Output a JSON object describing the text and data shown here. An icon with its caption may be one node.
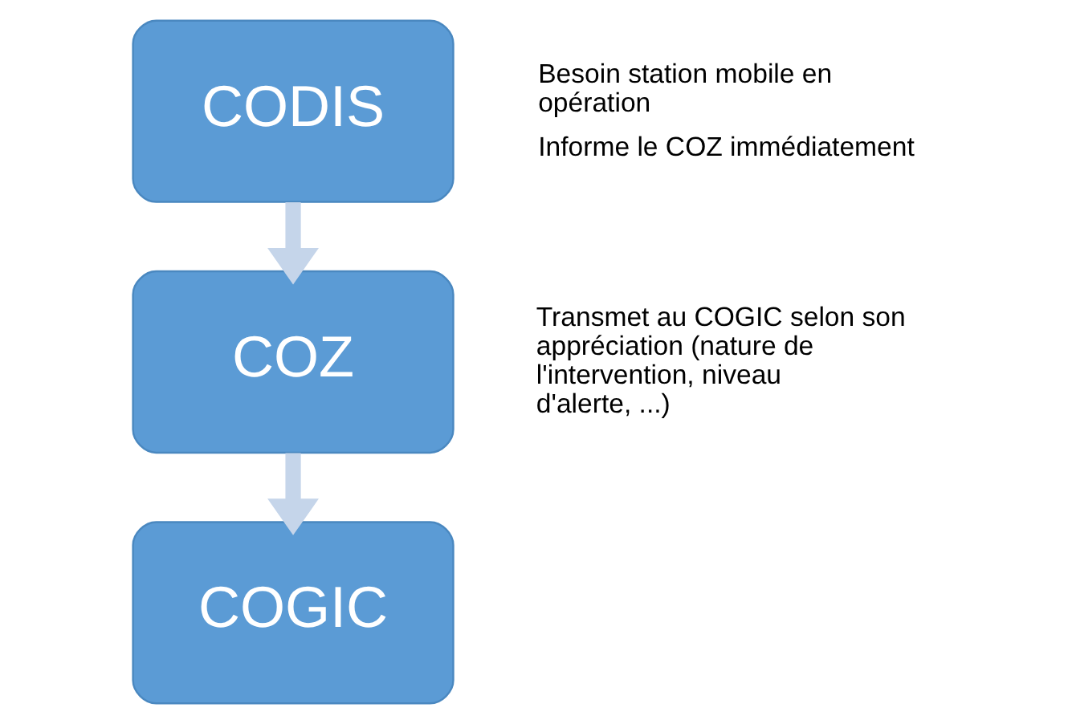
{
  "diagram": {
    "nodes": [
      {
        "text": [
          "CODIS"
        ],
        "beside": [
          "Besoin station mobile en opération",
          "Informe le COZ immédiatement"
        ]
      },
      {
        "text": [
          "COZ"
        ],
        "beside": [
          "Transmet au COGIC selon son appréciation (nature de l'intervention, niveau d'alerte, ...)"
        ]
      },
      {
        "text": [
          "COGIC"
        ]
      }
    ],
    "edges": [
      {
        "from": 0,
        "to": 1,
        "arrow": "to"
      },
      {
        "from": 1,
        "to": 2,
        "arrow": "to"
      }
    ]
  }
}
